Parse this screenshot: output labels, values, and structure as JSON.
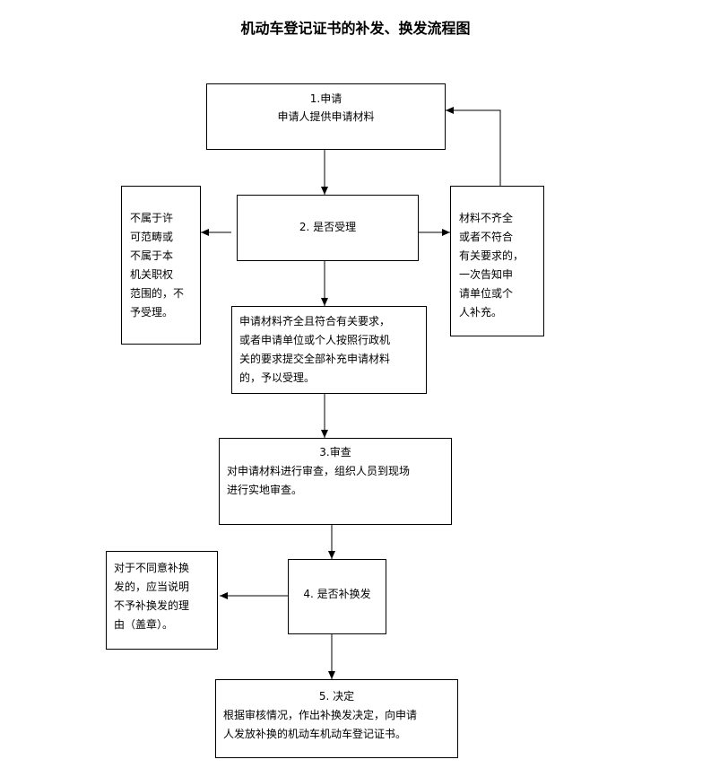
{
  "title": "机动车登记证书的补发、换发流程图",
  "nodes": {
    "apply": {
      "heading": "1.申请",
      "lines": [
        "申请人提供申请材料"
      ]
    },
    "accept": {
      "heading": "2. 是否受理"
    },
    "reject_left": {
      "lines": [
        "不属于许",
        "可范畴或",
        "不属于本",
        "机关职权",
        "范围的，不",
        "予受理。"
      ]
    },
    "supplement_right": {
      "lines": [
        "材料不齐全",
        "或者不符合",
        "有关要求的，",
        "一次告知申",
        "请单位或个",
        "人补充。"
      ]
    },
    "accepted": {
      "lines": [
        "申请材料齐全且符合有关要求，",
        "或者申请单位或个人按照行政机",
        "关的要求提交全部补充申请材料",
        "的，予以受理。"
      ]
    },
    "review": {
      "heading": "3.审查",
      "lines": [
        "对申请材料进行审查，组织人员到现场",
        "进行实地审查。"
      ]
    },
    "reissue": {
      "heading": "4. 是否补换发"
    },
    "refuse": {
      "lines": [
        "对于不同意补换",
        "发的，应当说明",
        "不予补换发的理",
        "由（盖章）。"
      ]
    },
    "decision": {
      "heading": "5. 决定",
      "lines": [
        "根据审核情况，作出补换发决定，向申请",
        "人发放补换的机动车机动车登记证书。"
      ]
    }
  }
}
